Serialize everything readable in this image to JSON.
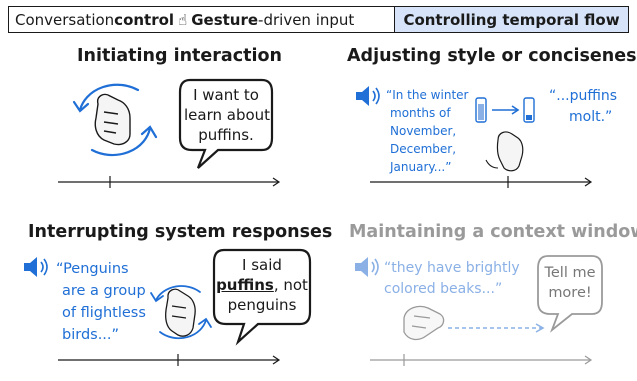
{
  "header": {
    "left_prefix": "Conversation ",
    "left_bold1": "control",
    "hand_icon": "pointing-hand-icon",
    "left_bold2": "Gesture",
    "left_suffix": "-driven input",
    "right_title": "Controlling temporal flow"
  },
  "panels": {
    "initiating": {
      "title": "Initiating interaction",
      "bubble_line1": "I want to",
      "bubble_line2": "learn about",
      "bubble_line3": "puffins."
    },
    "adjusting": {
      "title": "Adjusting style or conciseness",
      "quote_line1": "“In the winter",
      "quote_line2": "months of",
      "quote_line3": "November,",
      "quote_line4": "December,",
      "quote_line5": "January...”",
      "short_line1": "“...puffins",
      "short_line2": "molt.”"
    },
    "interrupting": {
      "title": "Interrupting system responses",
      "quote_line1": "“Penguins",
      "quote_line2": "are a group",
      "quote_line3": "of flightless",
      "quote_line4": "birds...”",
      "bubble_line1": "I said",
      "bubble_bold": "puffins",
      "bubble_after": ", not",
      "bubble_line3": "penguins"
    },
    "maintaining": {
      "title": "Maintaining a context window",
      "quote_line1": "“they have brightly",
      "quote_line2": "colored beaks...”",
      "bubble_line1": "Tell me",
      "bubble_line2": "more!"
    }
  },
  "colors": {
    "accent_blue": "#1f6fd6",
    "light_blue": "#8ab0e6",
    "header_highlight": "#d7e3f8",
    "muted_gray": "#9a9a9a"
  },
  "icons": [
    "speaker-icon",
    "rotate-arrows-icon",
    "hand-gesture-icon",
    "phone-battery-icon",
    "speech-bubble-icon"
  ]
}
